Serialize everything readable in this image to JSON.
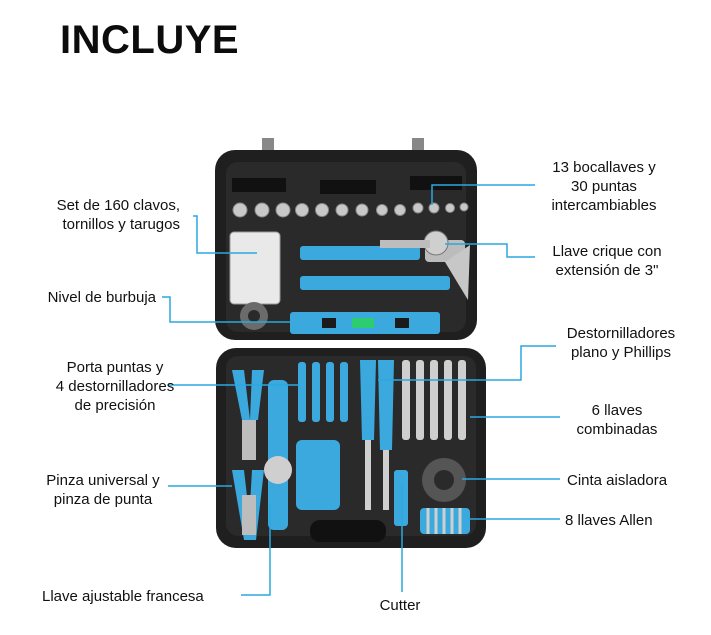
{
  "title": "INCLUYE",
  "labels": {
    "clavos": "Set de 160 clavos,\ntornillos y tarugos",
    "burbuja": "Nivel de burbuja",
    "porta": "Porta puntas y\n4 destornilladores\nde precisión",
    "pinza": "Pinza universal y\npinza de punta",
    "llave_francesa": "Llave ajustable francesa",
    "bocallaves": "13 bocallaves y\n30 puntas\nintercambiables",
    "crique": "Llave crique con\nextensión de 3\"",
    "destornilladores": "Destornilladores\nplano y Phillips",
    "llaves_comb": "6 llaves\ncombinadas",
    "cinta": "Cinta aisladora",
    "allen": "8 llaves Allen",
    "cutter": "Cutter"
  },
  "colors": {
    "accent": "#2aa7e0",
    "case": "#1e1e1e",
    "tool_blue": "#3ba9de"
  }
}
